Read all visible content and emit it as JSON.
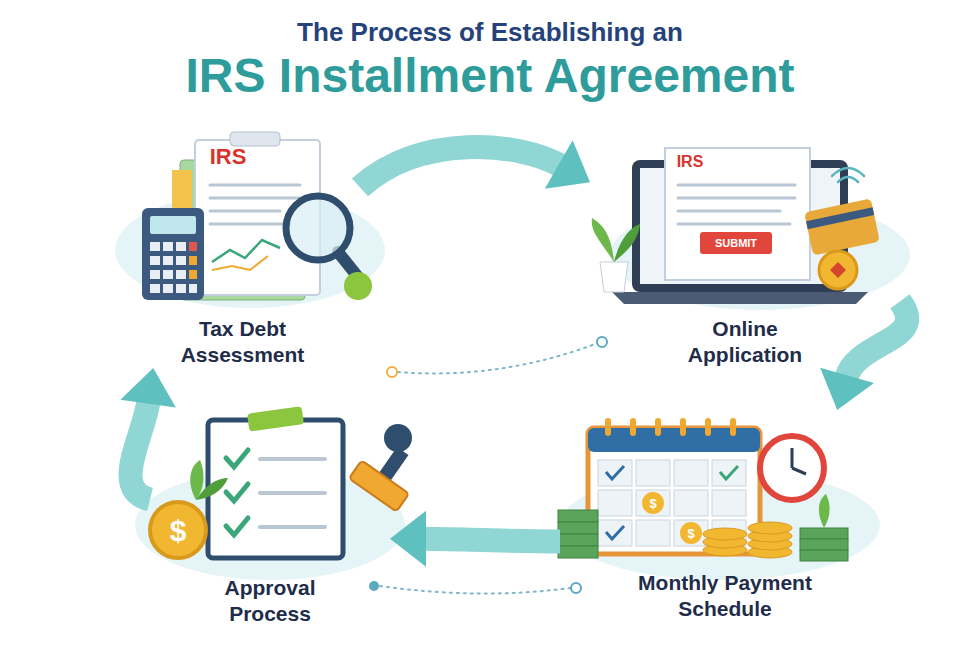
{
  "diagram": {
    "title": "IRS Installment Agreement",
    "nodes": [
      {
        "text": [
          "Tax Debt Assessment"
        ]
      },
      {
        "text": [
          "Online Application"
        ]
      },
      {
        "text": [
          "Monthly Payment Schedule"
        ]
      },
      {
        "text": [
          "Approval Process"
        ]
      }
    ],
    "edges": [
      {
        "from": 0,
        "to": 1,
        "arrow": "to"
      },
      {
        "from": 1,
        "to": 2,
        "arrow": "to"
      },
      {
        "from": 2,
        "to": 3,
        "arrow": "to"
      },
      {
        "from": 3,
        "to": 0,
        "arrow": "to"
      }
    ],
    "labels": [
      "The Process of Establishing an",
      "IRS",
      "IRS",
      "SUBMIT",
      "$",
      "$",
      "$"
    ]
  }
}
